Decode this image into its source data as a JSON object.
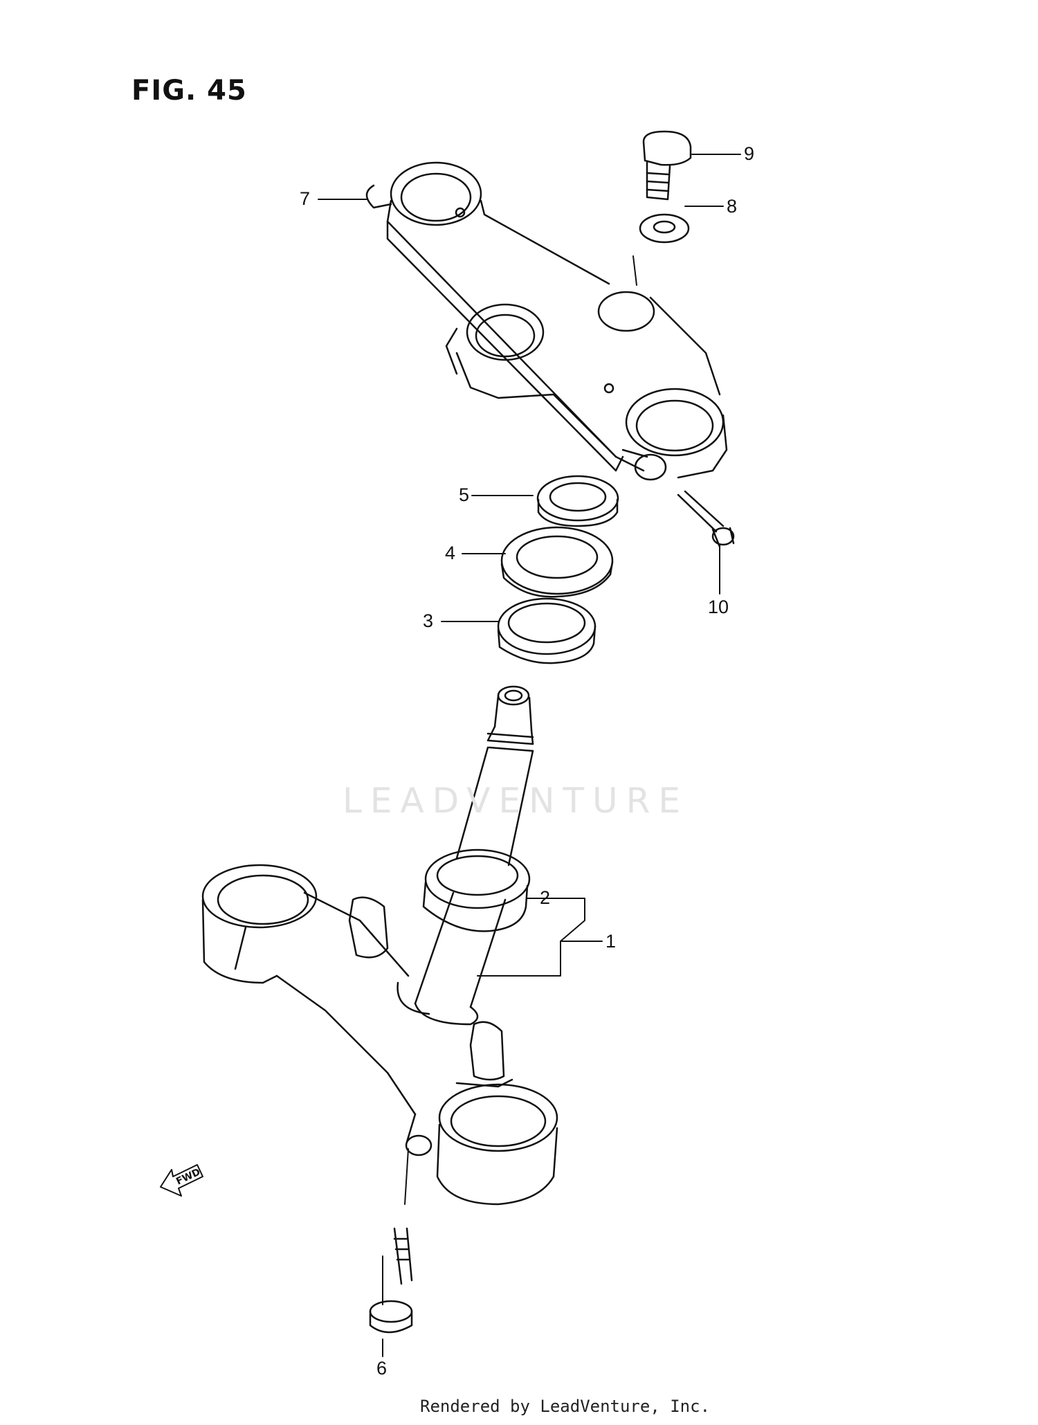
{
  "figure": {
    "title": "FIG. 45"
  },
  "callouts": [
    {
      "id": "1",
      "label": "1"
    },
    {
      "id": "2",
      "label": "2"
    },
    {
      "id": "3",
      "label": "3"
    },
    {
      "id": "4",
      "label": "4"
    },
    {
      "id": "5",
      "label": "5"
    },
    {
      "id": "6",
      "label": "6"
    },
    {
      "id": "7",
      "label": "7"
    },
    {
      "id": "8",
      "label": "8"
    },
    {
      "id": "9",
      "label": "9"
    },
    {
      "id": "10",
      "label": "10"
    }
  ],
  "direction_marker": {
    "text": "FWD"
  },
  "watermark": {
    "text": "LEADVENTURE"
  },
  "footer": {
    "text": "Rendered by LeadVenture, Inc."
  },
  "colors": {
    "line": "#111111",
    "watermark": "#e3e3e3",
    "background": "#ffffff"
  }
}
